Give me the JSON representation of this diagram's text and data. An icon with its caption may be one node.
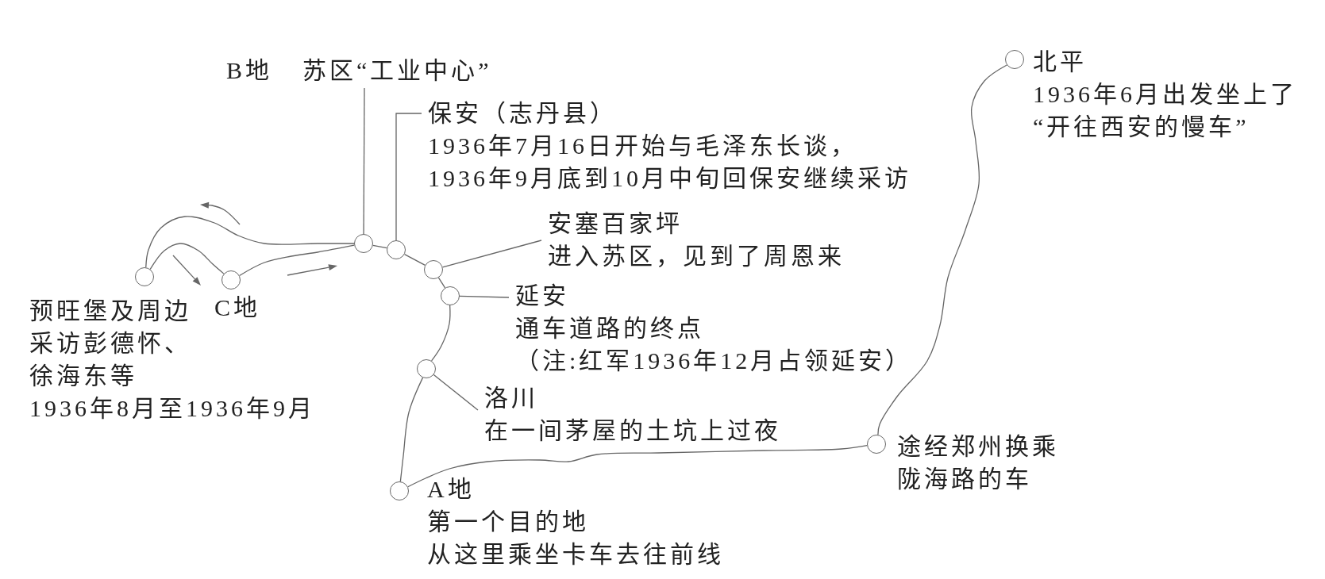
{
  "diagram": {
    "nodes": [
      {
        "text": [],
        "shape": "circle",
        "beside": [
          "北平",
          "1936年6月出发坐上了“开往西安的慢车”"
        ]
      },
      {
        "text": [
          "B地",
          "苏区“工业中心”"
        ]
      },
      {
        "text": [
          "保安（志丹县）",
          "1936年7月16日开始与毛泽东长谈，",
          "1936年9月底到10月中旬回保安继续采访"
        ]
      },
      {
        "text": [
          "安塞百家坪",
          "进入苏区，见到了周恩来"
        ]
      },
      {
        "text": [],
        "shape": "circle",
        "beside": [
          "预旺堡及周边",
          "采访彭德怀、徐海东等",
          "1936年8月至1936年9月"
        ]
      },
      {
        "text": [],
        "shape": "circle",
        "beside": [
          "C地"
        ]
      },
      {
        "text": [],
        "shape": "circle"
      },
      {
        "text": [],
        "shape": "circle"
      },
      {
        "text": [],
        "shape": "circle"
      },
      {
        "text": [],
        "shape": "circle"
      },
      {
        "text": [
          "延安",
          "通车道路的终点",
          "（注:红军1936年12月占领延安）"
        ]
      },
      {
        "text": [],
        "shape": "circle"
      },
      {
        "text": [
          "洛川",
          "在一间茅屋的土坑上过夜"
        ]
      },
      {
        "text": [],
        "shape": "circle",
        "beside": [
          "途经郑州换乘陇海路的车"
        ]
      },
      {
        "text": [],
        "shape": "circle",
        "beside": [
          "A地",
          "第一个目的地",
          "从这里乘坐卡车去往前线"
        ]
      }
    ],
    "edges": [
      {
        "from": 0,
        "to": 13,
        "arrow": "none"
      },
      {
        "from": 13,
        "to": 14,
        "arrow": "none"
      },
      {
        "from": 14,
        "to": 11,
        "arrow": "none"
      },
      {
        "from": 11,
        "to": 9,
        "arrow": "none"
      },
      {
        "from": 9,
        "to": 8,
        "arrow": "none"
      },
      {
        "from": 8,
        "to": 7,
        "arrow": "none"
      },
      {
        "from": 7,
        "to": 6,
        "arrow": "none"
      },
      {
        "from": 6,
        "to": 4,
        "arrow": "none"
      },
      {
        "from": 4,
        "to": 5,
        "arrow": "none"
      },
      {
        "from": 5,
        "to": 6,
        "arrow": "none"
      },
      {
        "from": 1,
        "to": 6,
        "arrow": "none"
      },
      {
        "from": 2,
        "to": 7,
        "arrow": "none"
      },
      {
        "from": 3,
        "to": 8,
        "arrow": "none"
      },
      {
        "from": 10,
        "to": 9,
        "arrow": "none"
      },
      {
        "from": 12,
        "to": 11,
        "arrow": "none"
      }
    ]
  }
}
